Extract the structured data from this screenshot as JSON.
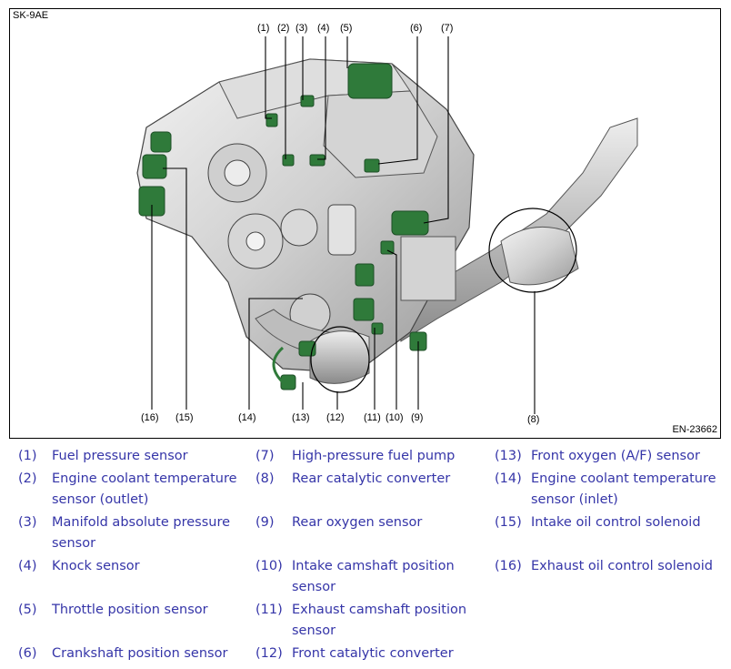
{
  "figure": {
    "id_label": "SK-9AE",
    "ref_label": "EN-23662",
    "callouts": [
      "(1)",
      "(2)",
      "(3)",
      "(4)",
      "(5)",
      "(6)",
      "(7)",
      "(8)",
      "(9)",
      "(10)",
      "(11)",
      "(12)",
      "(13)",
      "(14)",
      "(15)",
      "(16)"
    ]
  },
  "legend": [
    {
      "num": "(1)",
      "text": "Fuel pressure sensor"
    },
    {
      "num": "(2)",
      "text": "Engine coolant temperature sensor (outlet)"
    },
    {
      "num": "(3)",
      "text": "Manifold absolute pressure sensor"
    },
    {
      "num": "(4)",
      "text": "Knock sensor"
    },
    {
      "num": "(5)",
      "text": "Throttle position sensor"
    },
    {
      "num": "(6)",
      "text": "Crankshaft position sensor"
    },
    {
      "num": "(7)",
      "text": "High-pressure fuel pump"
    },
    {
      "num": "(8)",
      "text": "Rear catalytic converter"
    },
    {
      "num": "(9)",
      "text": "Rear oxygen sensor"
    },
    {
      "num": "(10)",
      "text": "Intake camshaft position sensor"
    },
    {
      "num": "(11)",
      "text": "Exhaust camshaft position sensor"
    },
    {
      "num": "(12)",
      "text": "Front catalytic converter"
    },
    {
      "num": "(13)",
      "text": "Front oxygen (A/F) sensor"
    },
    {
      "num": "(14)",
      "text": "Engine coolant temperature sensor (inlet)"
    },
    {
      "num": "(15)",
      "text": "Intake oil control solenoid"
    },
    {
      "num": "(16)",
      "text": "Exhaust oil control solenoid"
    }
  ],
  "colors": {
    "legend_text": "#3535a8",
    "sensor_green": "#2f7a3a",
    "engine_gray": "#c8c8c8"
  }
}
